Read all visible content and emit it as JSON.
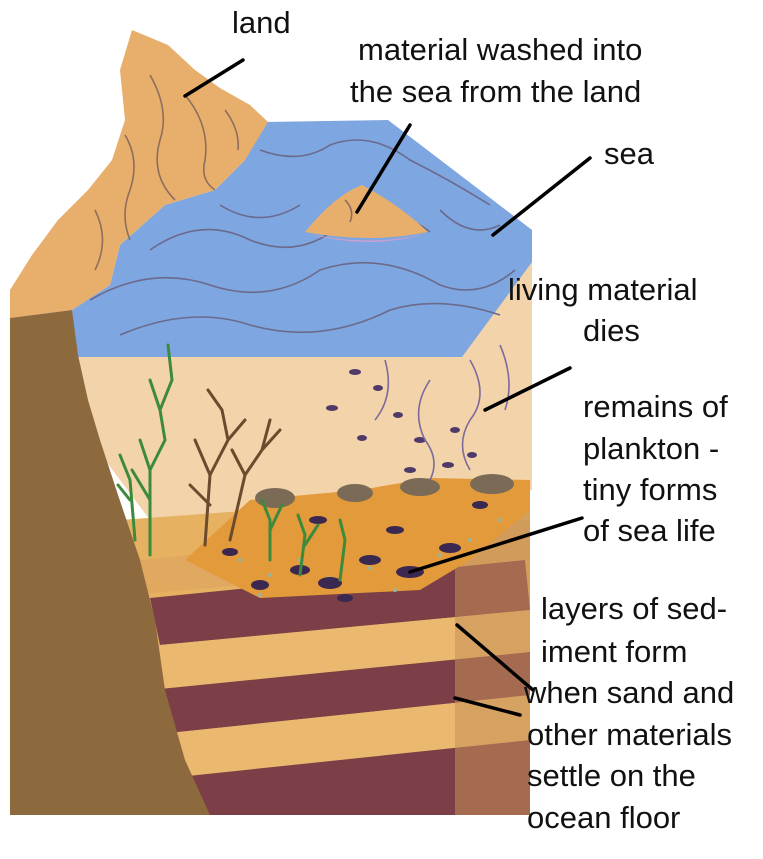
{
  "labels": {
    "land": "land",
    "washed_line1": "material washed into",
    "washed_line2": "the sea from the land",
    "sea": "sea",
    "living_line1": "living material",
    "living_line2": "dies",
    "remains_line1": "remains of",
    "remains_line2": "plankton -",
    "remains_line3": "tiny forms",
    "remains_line4": "of sea life",
    "layers_line1": "layers of sed-",
    "layers_line2": "iment form",
    "layers_line3": "when sand and",
    "layers_line4": "other materials",
    "layers_line5": "settle on the",
    "layers_line6": "ocean floor"
  },
  "colors": {
    "land": "#E8AE6C",
    "sea": "#7EA6E0",
    "water": "#F2D3AA",
    "cliff": "#8C6A3E",
    "sediment_light": "#E6B262",
    "sediment_dark": "#7C3F47",
    "seabed": "#E39A3A",
    "plants": "#3E8A3C"
  }
}
